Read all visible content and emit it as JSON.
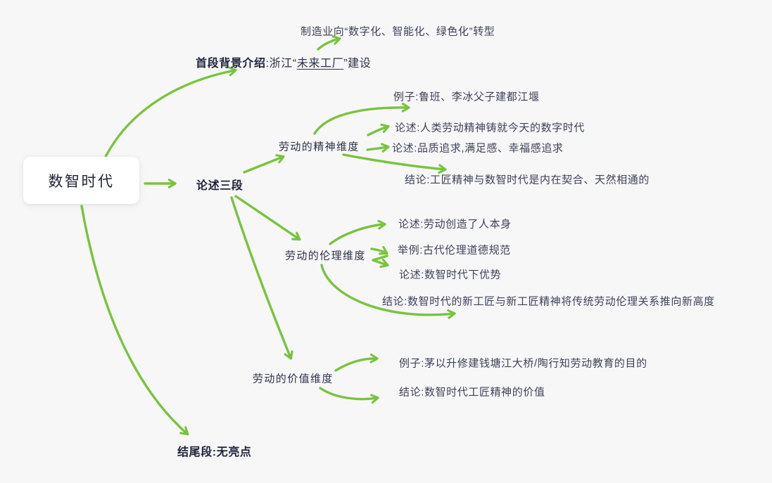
{
  "canvas": {
    "background": "#f7f7f8",
    "accent_green": "#78c43c",
    "text_dark": "#20243a",
    "text_leaf": "#3d4258"
  },
  "root": {
    "label": "数智时代"
  },
  "branches": {
    "intro": {
      "bold_prefix": "首段背景介绍",
      "mid": ":浙江“",
      "underlined": "未来工厂",
      "suffix": "”建设",
      "child": "制造业向“数字化、智能化、绿色化”转型"
    },
    "body": {
      "label": "论述三段",
      "spirit": {
        "label": "劳动的精神维度",
        "example": "例子:鲁班、李冰父子建都江堰",
        "point1": "论述:人类劳动精神铸就今天的数字时代",
        "point2": "论述:品质追求,满足感、幸福感追求",
        "conclusion": "结论:工匠精神与数智时代是内在契合、天然相通的"
      },
      "ethics": {
        "label": "劳动的伦理维度",
        "point1": "论述:劳动创造了人本身",
        "example": "举例:古代伦理道德规范",
        "point2": "论述:数智时代下优势",
        "conclusion": "结论:数智时代的新工匠与新工匠精神将传统劳动伦理关系推向新高度"
      },
      "value": {
        "label": "劳动的价值维度",
        "example": "例子:茅以升修建钱塘江大桥/陶行知劳动教育的目的",
        "conclusion": "结论:数智时代工匠精神的价值"
      }
    },
    "ending": {
      "label": "结尾段:无亮点"
    }
  }
}
